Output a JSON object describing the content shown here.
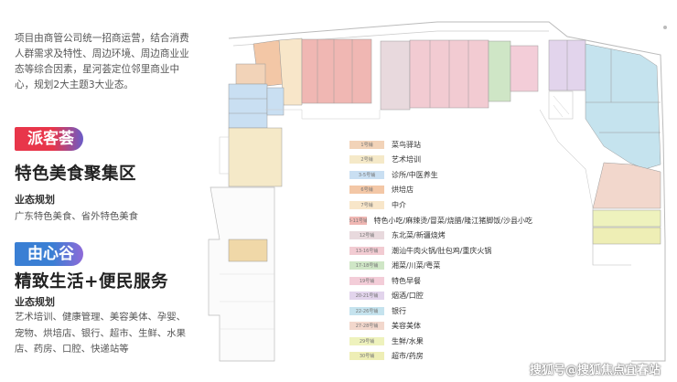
{
  "intro_text": "项目由商管公司统一招商运营，结合消费人群需求及特性、周边环境、周边商业业态等综合因素，星河荟定位邻里商业中心，规划2大主题3大业态。",
  "section1": {
    "name": "派客荟",
    "title": "特色美食聚集区",
    "sub": "业态规划",
    "desc": "广东特色美食、省外特色美食",
    "color": "#e8364a"
  },
  "section2": {
    "name": "由心谷",
    "title": "精致生活+便民服务",
    "sub": "业态规划",
    "desc": "艺术培训、健康管理、美容美体、孕婴、宠物、烘培店、银行、超市、生鲜、水果店、药房、口腔、快递站等",
    "color": "#3a7fd4"
  },
  "legend": [
    {
      "code": "1号铺",
      "label": "菜鸟驿站",
      "color": "#f2d3b8"
    },
    {
      "code": "2号铺",
      "label": "艺术培训",
      "color": "#f5e9c8"
    },
    {
      "code": "3-5号铺",
      "label": "诊所/中医养生",
      "color": "#c9dff2"
    },
    {
      "code": "6号铺",
      "label": "烘培店",
      "color": "#f3c7a6"
    },
    {
      "code": "7号铺",
      "label": "中介",
      "color": "#f8e6c9"
    },
    {
      "code": "8-11号铺",
      "label": "特色小吃/麻辣烫/冒菜/烧腊/隆江猪脚饭/沙县小吃",
      "color": "#f0b7b3"
    },
    {
      "code": "12号铺",
      "label": "东北菜/新疆烧烤",
      "color": "#e8d9dd"
    },
    {
      "code": "13-16号铺",
      "label": "潮汕牛肉火锅/肚包鸡/重庆火锅",
      "color": "#f2cbd2"
    },
    {
      "code": "17-18号铺",
      "label": "湘菜/川菜/粤菜",
      "color": "#cfe6c6"
    },
    {
      "code": "19号铺",
      "label": "特色早餐",
      "color": "#f3cdd8"
    },
    {
      "code": "20-21号铺",
      "label": "烟酒/口腔",
      "color": "#e2d4ec"
    },
    {
      "code": "22-26号铺",
      "label": "银行",
      "color": "#c5e3ee"
    },
    {
      "code": "27-28号铺",
      "label": "美容美体",
      "color": "#f2d7cc"
    },
    {
      "code": "29号铺",
      "label": "生鲜/水果",
      "color": "#eef2bd"
    },
    {
      "code": "30号铺",
      "label": "超市/药房",
      "color": "#eeeeb5"
    }
  ],
  "watermark": "搜狐号@搜狐焦点宜春站"
}
